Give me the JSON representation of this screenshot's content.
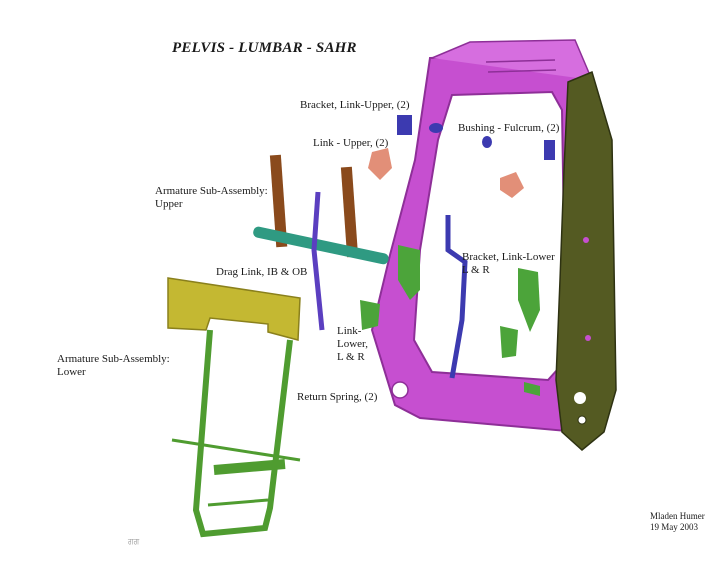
{
  "title": "PELVIS - LUMBAR - SAHR",
  "labels": {
    "bracket_link_upper": "Bracket, Link-Upper, (2)",
    "bushing_fulcrum": "Bushing - Fulcrum, (2)",
    "link_upper": "Link - Upper, (2)",
    "armature_upper_1": "Armature Sub-Assembly:",
    "armature_upper_2": "Upper",
    "drag_link": "Drag Link, IB & OB",
    "bracket_link_lower_1": "Bracket, Link-Lower",
    "bracket_link_lower_2": "L & R",
    "link_lower_1": "Link-",
    "link_lower_2": "Lower,",
    "link_lower_3": "L & R",
    "armature_lower_1": "Armature Sub-Assembly:",
    "armature_lower_2": "Lower",
    "return_spring": "Return Spring, (2)"
  },
  "author": {
    "name": "Mladen Humer",
    "date": "19 May 2003"
  },
  "watermark": "ਗਗ",
  "colors": {
    "frame": "#c64fd0",
    "frame_dark": "#8e2f98",
    "side_panel": "#545a22",
    "armature_lower": "#4f9c30",
    "armature_lower_top": "#c4b832",
    "rod": "#8a4a1c",
    "drag_link": "#2f9a82",
    "link_lower": "#3c3ab0",
    "bracket": "#4ca43a",
    "small_link": "#e28f78"
  }
}
